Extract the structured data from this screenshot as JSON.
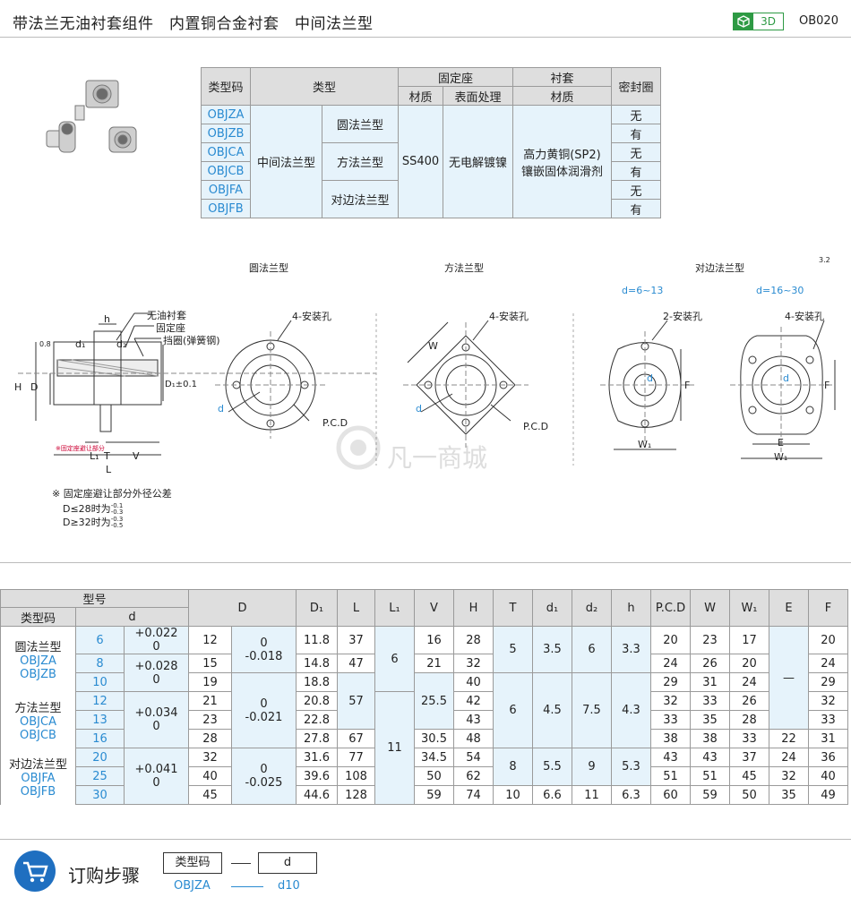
{
  "title": "带法兰无油衬套组件　内置铜合金衬套　中间法兰型",
  "badge": "3D",
  "code": "OB020",
  "spec": {
    "h_typecode": "类型码",
    "h_type": "类型",
    "h_fix": "固定座",
    "h_liner": "衬套",
    "h_seal": "密封圈",
    "h_mat": "材质",
    "h_surf": "表面处理",
    "h_mat2": "材质",
    "codes": [
      "OBJZA",
      "OBJZB",
      "OBJCA",
      "OBJCB",
      "OBJFA",
      "OBJFB"
    ],
    "mid": "中间法兰型",
    "round": "圆法兰型",
    "square": "方法兰型",
    "double": "对边法兰型",
    "mat": "SS400",
    "surf": "无电解镀镍",
    "liner1": "高力黄铜(SP2)",
    "liner2": "镶嵌固体润滑剂",
    "seals": [
      "无",
      "有",
      "无",
      "有",
      "无",
      "有"
    ]
  },
  "drawing": {
    "view_round": "圆法兰型",
    "view_square": "方法兰型",
    "view_double": "对边法兰型",
    "d613": "d=6~13",
    "d1630": "d=16~30",
    "holes4": "4-安装孔",
    "holes2": "2-安装孔",
    "pcd": "P.C.D",
    "lab_liner": "无油衬套",
    "lab_fix": "固定座",
    "lab_ring": "挡圈(弹簧钢)",
    "note": "※ 固定座避让部分外径公差",
    "note2": "D≤28时为",
    "note3": "D≥32时为",
    "tol1a": "-0.1",
    "tol1b": "-0.3",
    "tol2a": "-0.3",
    "tol2b": "-0.5",
    "relief": "※固定座避让部分",
    "rough": "0.8",
    "rough2": "3.2",
    "H": "H",
    "D": "D",
    "D1": "D₁±0.1",
    "L1": "L₁",
    "T": "T",
    "V": "V",
    "L": "L",
    "h": "h",
    "d1": "d₁",
    "d2": "d₂",
    "d": "d",
    "W": "W",
    "W1": "W₁",
    "E": "E",
    "F": "F",
    "watermark": "凡一商城"
  },
  "dims": {
    "h_model": "型号",
    "h_typecode": "类型码",
    "h_d": "d",
    "cols": [
      "D",
      "D₁",
      "L",
      "L₁",
      "V",
      "H",
      "T",
      "d₁",
      "d₂",
      "h",
      "P.C.D",
      "W",
      "W₁",
      "E",
      "F"
    ],
    "groups": [
      {
        "name": "圆法兰型",
        "codes": [
          "OBJZA",
          "OBJZB"
        ]
      },
      {
        "name": "方法兰型",
        "codes": [
          "OBJCA",
          "OBJCB"
        ]
      },
      {
        "name": "对边法兰型",
        "codes": [
          "OBJFA",
          "OBJFB"
        ]
      }
    ],
    "dvals": [
      "6",
      "8",
      "10",
      "12",
      "13",
      "16",
      "20",
      "25",
      "30"
    ],
    "dtols": [
      [
        "+0.022",
        "0"
      ],
      [
        "+0.028",
        "0"
      ],
      [
        "+0.034",
        "0"
      ],
      [
        "+0.041",
        "0"
      ]
    ],
    "Dvals": [
      "12",
      "15",
      "19",
      "21",
      "23",
      "28",
      "32",
      "40",
      "45"
    ],
    "Dtols": [
      [
        "0",
        "-0.018"
      ],
      [
        "0",
        "-0.021"
      ],
      [
        "0",
        "-0.025"
      ]
    ],
    "D1": [
      "11.8",
      "14.8",
      "18.8",
      "20.8",
      "22.8",
      "27.8",
      "31.6",
      "39.6",
      "44.6"
    ],
    "L": [
      "37",
      "47",
      "57",
      "67",
      "77",
      "108",
      "128"
    ],
    "L1": [
      "6",
      "11"
    ],
    "V": [
      "16",
      "21",
      "25.5",
      "30.5",
      "34.5",
      "50",
      "59"
    ],
    "H": [
      "28",
      "32",
      "40",
      "42",
      "43",
      "48",
      "54",
      "62",
      "74"
    ],
    "T": [
      "5",
      "6",
      "8",
      "10"
    ],
    "d1": [
      "3.5",
      "4.5",
      "5.5",
      "6.6"
    ],
    "d2": [
      "6",
      "7.5",
      "9",
      "11"
    ],
    "hh": [
      "3.3",
      "4.3",
      "5.3",
      "6.3"
    ],
    "PCD": [
      "20",
      "24",
      "29",
      "32",
      "33",
      "38",
      "43",
      "51",
      "60"
    ],
    "W": [
      "23",
      "26",
      "31",
      "33",
      "35",
      "38",
      "43",
      "51",
      "59"
    ],
    "W1": [
      "17",
      "20",
      "24",
      "26",
      "28",
      "33",
      "37",
      "45",
      "50"
    ],
    "E": [
      "—",
      "22",
      "24",
      "32",
      "35"
    ],
    "F": [
      "20",
      "24",
      "29",
      "32",
      "33",
      "31",
      "36",
      "40",
      "49"
    ]
  },
  "order": {
    "title": "订购步骤",
    "box1": "类型码",
    "box2": "d",
    "ex1": "OBJZA",
    "ex2": "d10"
  }
}
